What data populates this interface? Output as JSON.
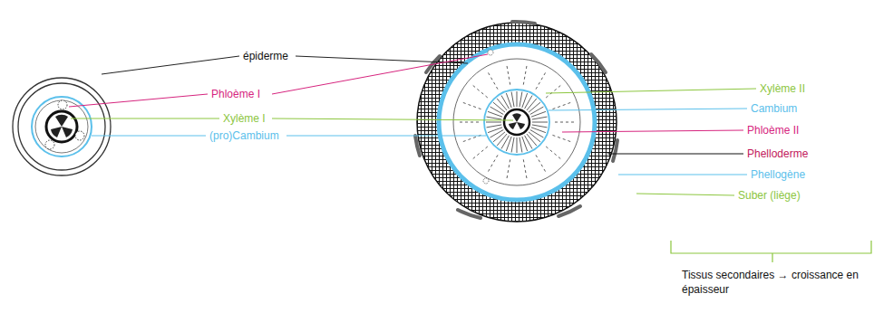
{
  "diagram": {
    "labels": [
      "épiderme",
      "Phloème I",
      "Xylème I",
      "(pro)Cambium",
      "Xylème II",
      "Cambium",
      "Phloème II",
      "Phelloderme",
      "Phellogène",
      "Suber (liège)",
      "Tissus secondaires → croissance en épaisseur"
    ]
  }
}
